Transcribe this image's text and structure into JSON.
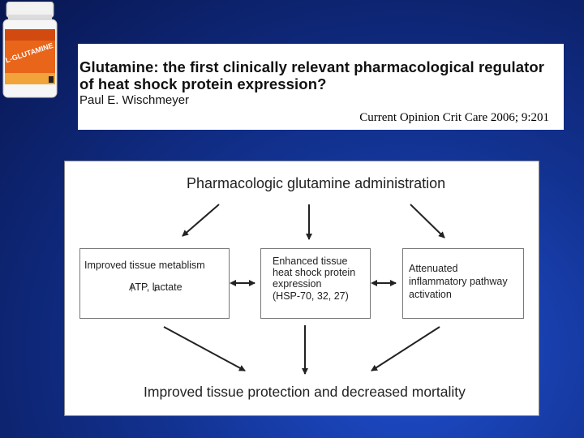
{
  "slide": {
    "product_label": "L-GLUTAMINE",
    "article_title_line1": "Glutamine: the first clinically relevant pharmacological regulator",
    "article_title_line2": "of heat shock protein expression?",
    "author": "Paul E. Wischmeyer",
    "citation": "Current Opinion Crit Care 2006; 9:201"
  },
  "diagram": {
    "top": "Pharmacologic glutamine administration",
    "bottom": "Improved tissue protection and decreased mortality",
    "nodes": {
      "metabolism": {
        "line1": "Improved tissue metablism",
        "atp": "ATP,",
        "lactate": "lactate"
      },
      "hsp": {
        "line1": "Enhanced tissue",
        "line2": "heat shock protein",
        "line3": "expression",
        "line4": "(HSP-70, 32, 27)"
      },
      "inflammation": {
        "line1": "Attenuated",
        "line2": "inflammatory pathway",
        "line3": "activation"
      }
    }
  },
  "colors": {
    "background": "#12318f",
    "bottle_orange": "#e8651a"
  }
}
